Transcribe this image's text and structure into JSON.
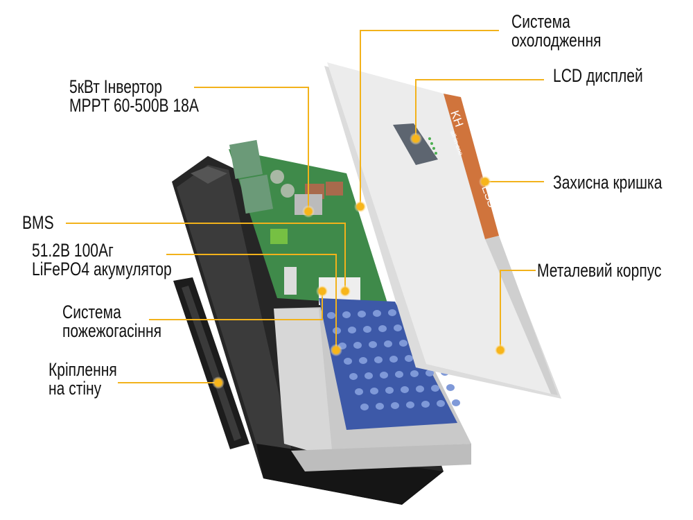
{
  "colors": {
    "accent": "#f2b21b",
    "cover_stripe": "#d0743c",
    "metal_cover": "#e8e8e8",
    "case": "#2b2b2b",
    "pcb": "#3f8a4a",
    "cells": "#3d59a8"
  },
  "product": {
    "brand_mark": "KH",
    "brand_sub": "all-in-one",
    "brand_model": "ESS"
  },
  "labels": {
    "inverter": {
      "line1": "5кВт Інвертор",
      "line2": "MPPT 60-500В 18А"
    },
    "bms": {
      "line1": "BMS"
    },
    "battery": {
      "line1": "51.2В 100Аг",
      "line2": "LiFePO4 акумулятор"
    },
    "fire": {
      "line1": "Система",
      "line2": "пожежогасіння"
    },
    "mount": {
      "line1": "Кріплення",
      "line2": "на стіну"
    },
    "cooling": {
      "line1": "Система",
      "line2": "охолодження"
    },
    "lcd": {
      "line1": "LCD дисплей"
    },
    "cover": {
      "line1": "Захисна кришка"
    },
    "metal": {
      "line1": "Металевий корпус"
    }
  }
}
